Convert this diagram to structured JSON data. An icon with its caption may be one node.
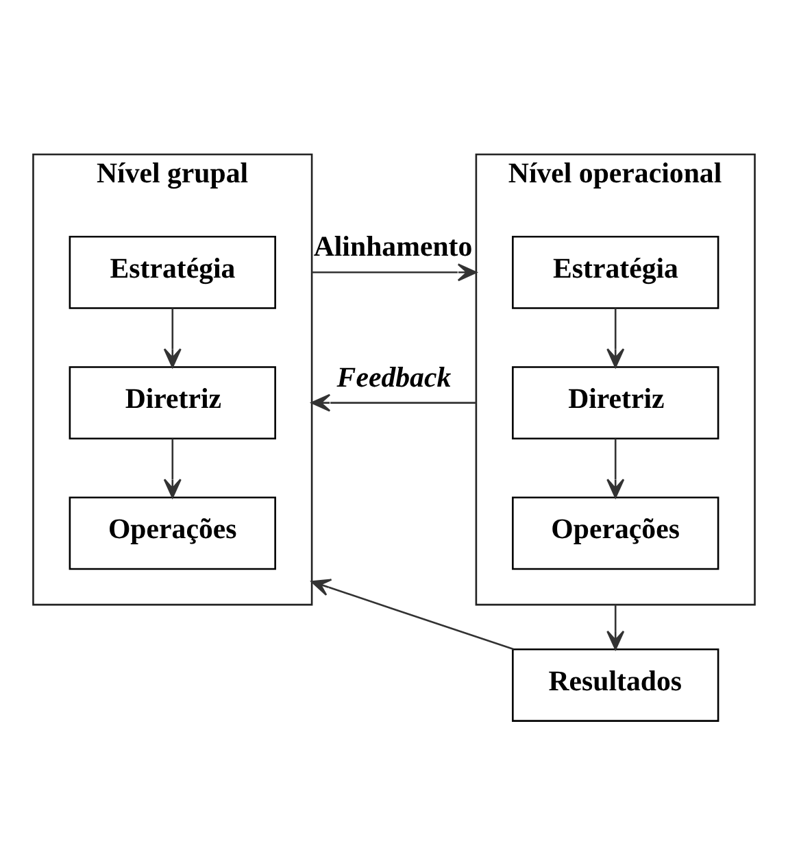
{
  "diagram": {
    "nodes": [
      {
        "text": [
          "Nível grupal"
        ]
      },
      {
        "text": [
          "Estratégia"
        ],
        "in": 0
      },
      {
        "text": [
          "Diretriz"
        ],
        "in": 0
      },
      {
        "text": [
          "Operações"
        ],
        "in": 0
      },
      {
        "text": [
          "Nível operacional"
        ]
      },
      {
        "text": [
          "Estratégia"
        ],
        "in": 4
      },
      {
        "text": [
          "Diretriz"
        ],
        "in": 4
      },
      {
        "text": [
          "Operações"
        ],
        "in": 4
      },
      {
        "text": [
          "Resultados"
        ]
      }
    ],
    "edges": [
      {
        "from": 1,
        "to": 2,
        "arrow": "to"
      },
      {
        "from": 2,
        "to": 3,
        "arrow": "to"
      },
      {
        "from": 5,
        "to": 6,
        "arrow": "to"
      },
      {
        "from": 6,
        "to": 7,
        "arrow": "to"
      },
      {
        "from": 0,
        "to": 4,
        "arrow": "to",
        "label": "Alinhamento"
      },
      {
        "from": 4,
        "to": 0,
        "arrow": "to",
        "label": "Feedback"
      },
      {
        "from": 4,
        "to": 8,
        "arrow": "to"
      },
      {
        "from": 8,
        "to": 0,
        "arrow": "to"
      }
    ]
  }
}
